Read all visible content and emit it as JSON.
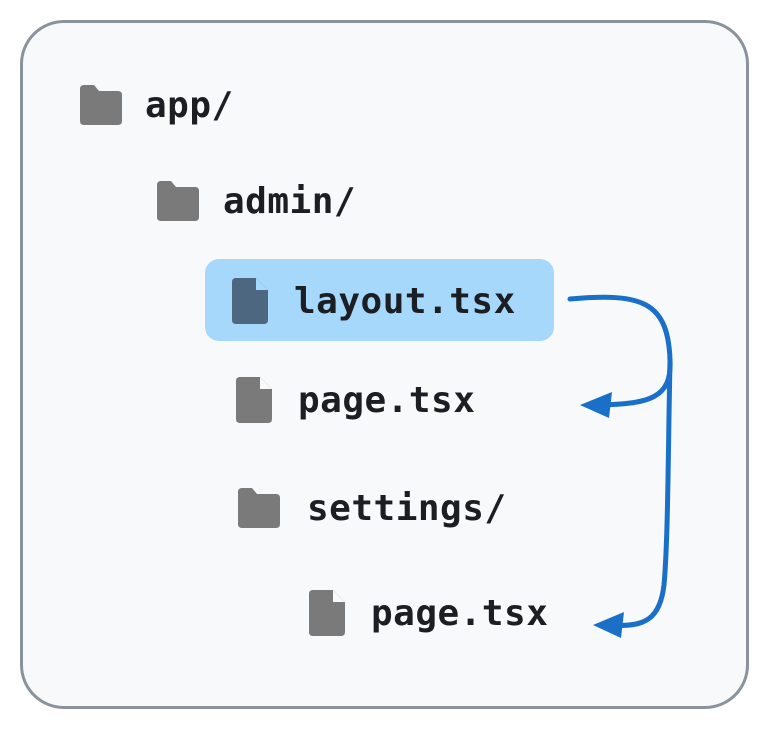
{
  "tree": {
    "items": [
      {
        "label": "app/",
        "icon": "folder-icon",
        "depth": 0
      },
      {
        "label": "admin/",
        "icon": "folder-icon",
        "depth": 1
      },
      {
        "label": "layout.tsx",
        "icon": "file-icon",
        "depth": 2,
        "highlighted": true
      },
      {
        "label": "page.tsx",
        "icon": "file-icon",
        "depth": 2
      },
      {
        "label": "settings/",
        "icon": "folder-icon",
        "depth": 2
      },
      {
        "label": "page.tsx",
        "icon": "file-icon",
        "depth": 3
      }
    ]
  },
  "colors": {
    "frame_border": "#8a939b",
    "frame_fill": "#f7f9fb",
    "highlight": "#a6d8fb",
    "arrow": "#1a6fc8",
    "icon": "#7a7a7a",
    "icon_highlighted": "#4e6780",
    "text": "#1b1e22"
  }
}
